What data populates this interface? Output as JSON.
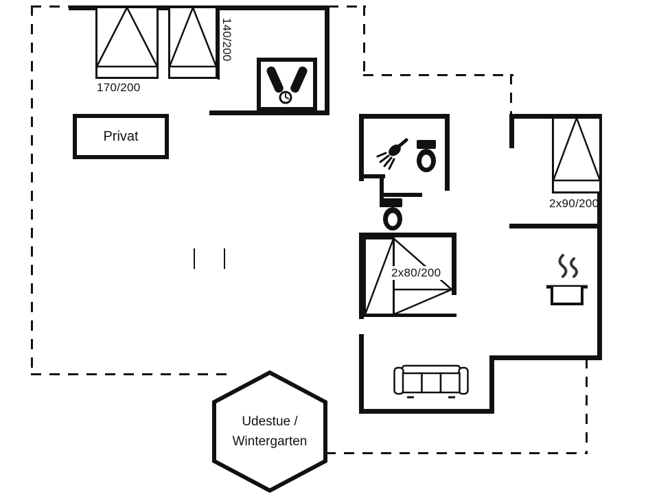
{
  "plan": {
    "labels": {
      "bed_170": "170/200",
      "bed_140": "140/200",
      "privat": "Privat",
      "bed_2x90": "2x90/200",
      "bed_2x80": "2x80/200",
      "wintergarten_line1": "Udestue /",
      "wintergarten_line2": "Wintergarten"
    },
    "icons": [
      "double-bed-icon",
      "single-bed-icon",
      "double-bed-icon",
      "bunk-bed-icon",
      "sauna-heater-icon",
      "shower-icon",
      "toilet-icon",
      "toilet-icon",
      "cooking-pot-icon",
      "sofa-icon"
    ],
    "colors": {
      "wall": "#111111",
      "background": "#ffffff"
    }
  }
}
